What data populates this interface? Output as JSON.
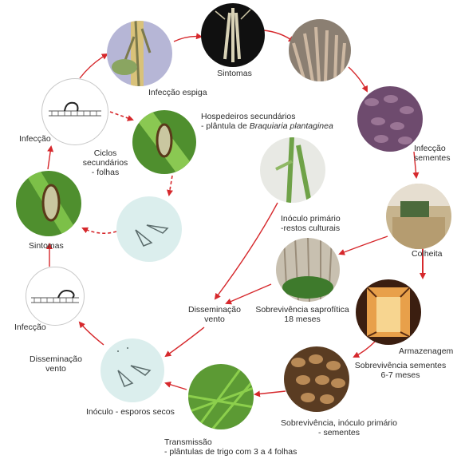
{
  "labels": {
    "sintomas_top": "Sintomas",
    "infeccao_espiga": "Infecção espiga",
    "hospedeiros_1": "Hospedeiros secundários",
    "hospedeiros_2_prefix": "- plântula de ",
    "hospedeiros_2_italic": "Braquiaria plantaginea",
    "infeccao_sementes_1": "Infecção",
    "infeccao_sementes_2": "sementes",
    "ciclos_1": "Ciclos",
    "ciclos_2": "secundários",
    "ciclos_3": "- folhas",
    "infeccao_upper": "Infecção",
    "inoculo_primario_1": "Inóculo primário",
    "inoculo_primario_2": "-restos culturais",
    "sintomas_left": "Sintomas",
    "colheita": "Colheita",
    "disseminacao_center_1": "Disseminação",
    "disseminacao_center_2": "vento",
    "sobrevivencia_saprofitica_1": "Sobrevivência saprofítica",
    "sobrevivencia_saprofitica_2": "18 meses",
    "infeccao_lower": "Infecção",
    "armazenagem": "Armazenagem",
    "disseminacao_left_1": "Disseminação",
    "disseminacao_left_2": "vento",
    "sobrevivencia_sementes_1": "Sobrevivência sementes",
    "sobrevivencia_sementes_2": "6-7 meses",
    "inoculo_esporos": "Inóculo - esporos secos",
    "sobrevivencia_inoculo_1": "Sobrevivência, inóculo primário",
    "sobrevivencia_inoculo_2": "- sementes",
    "transmissao_1": "Transmissão",
    "transmissao_2": "- plântulas de trigo com 3 a 4 folhas"
  },
  "colors": {
    "arrow": "#d6282c",
    "text": "#2b2b2b"
  }
}
